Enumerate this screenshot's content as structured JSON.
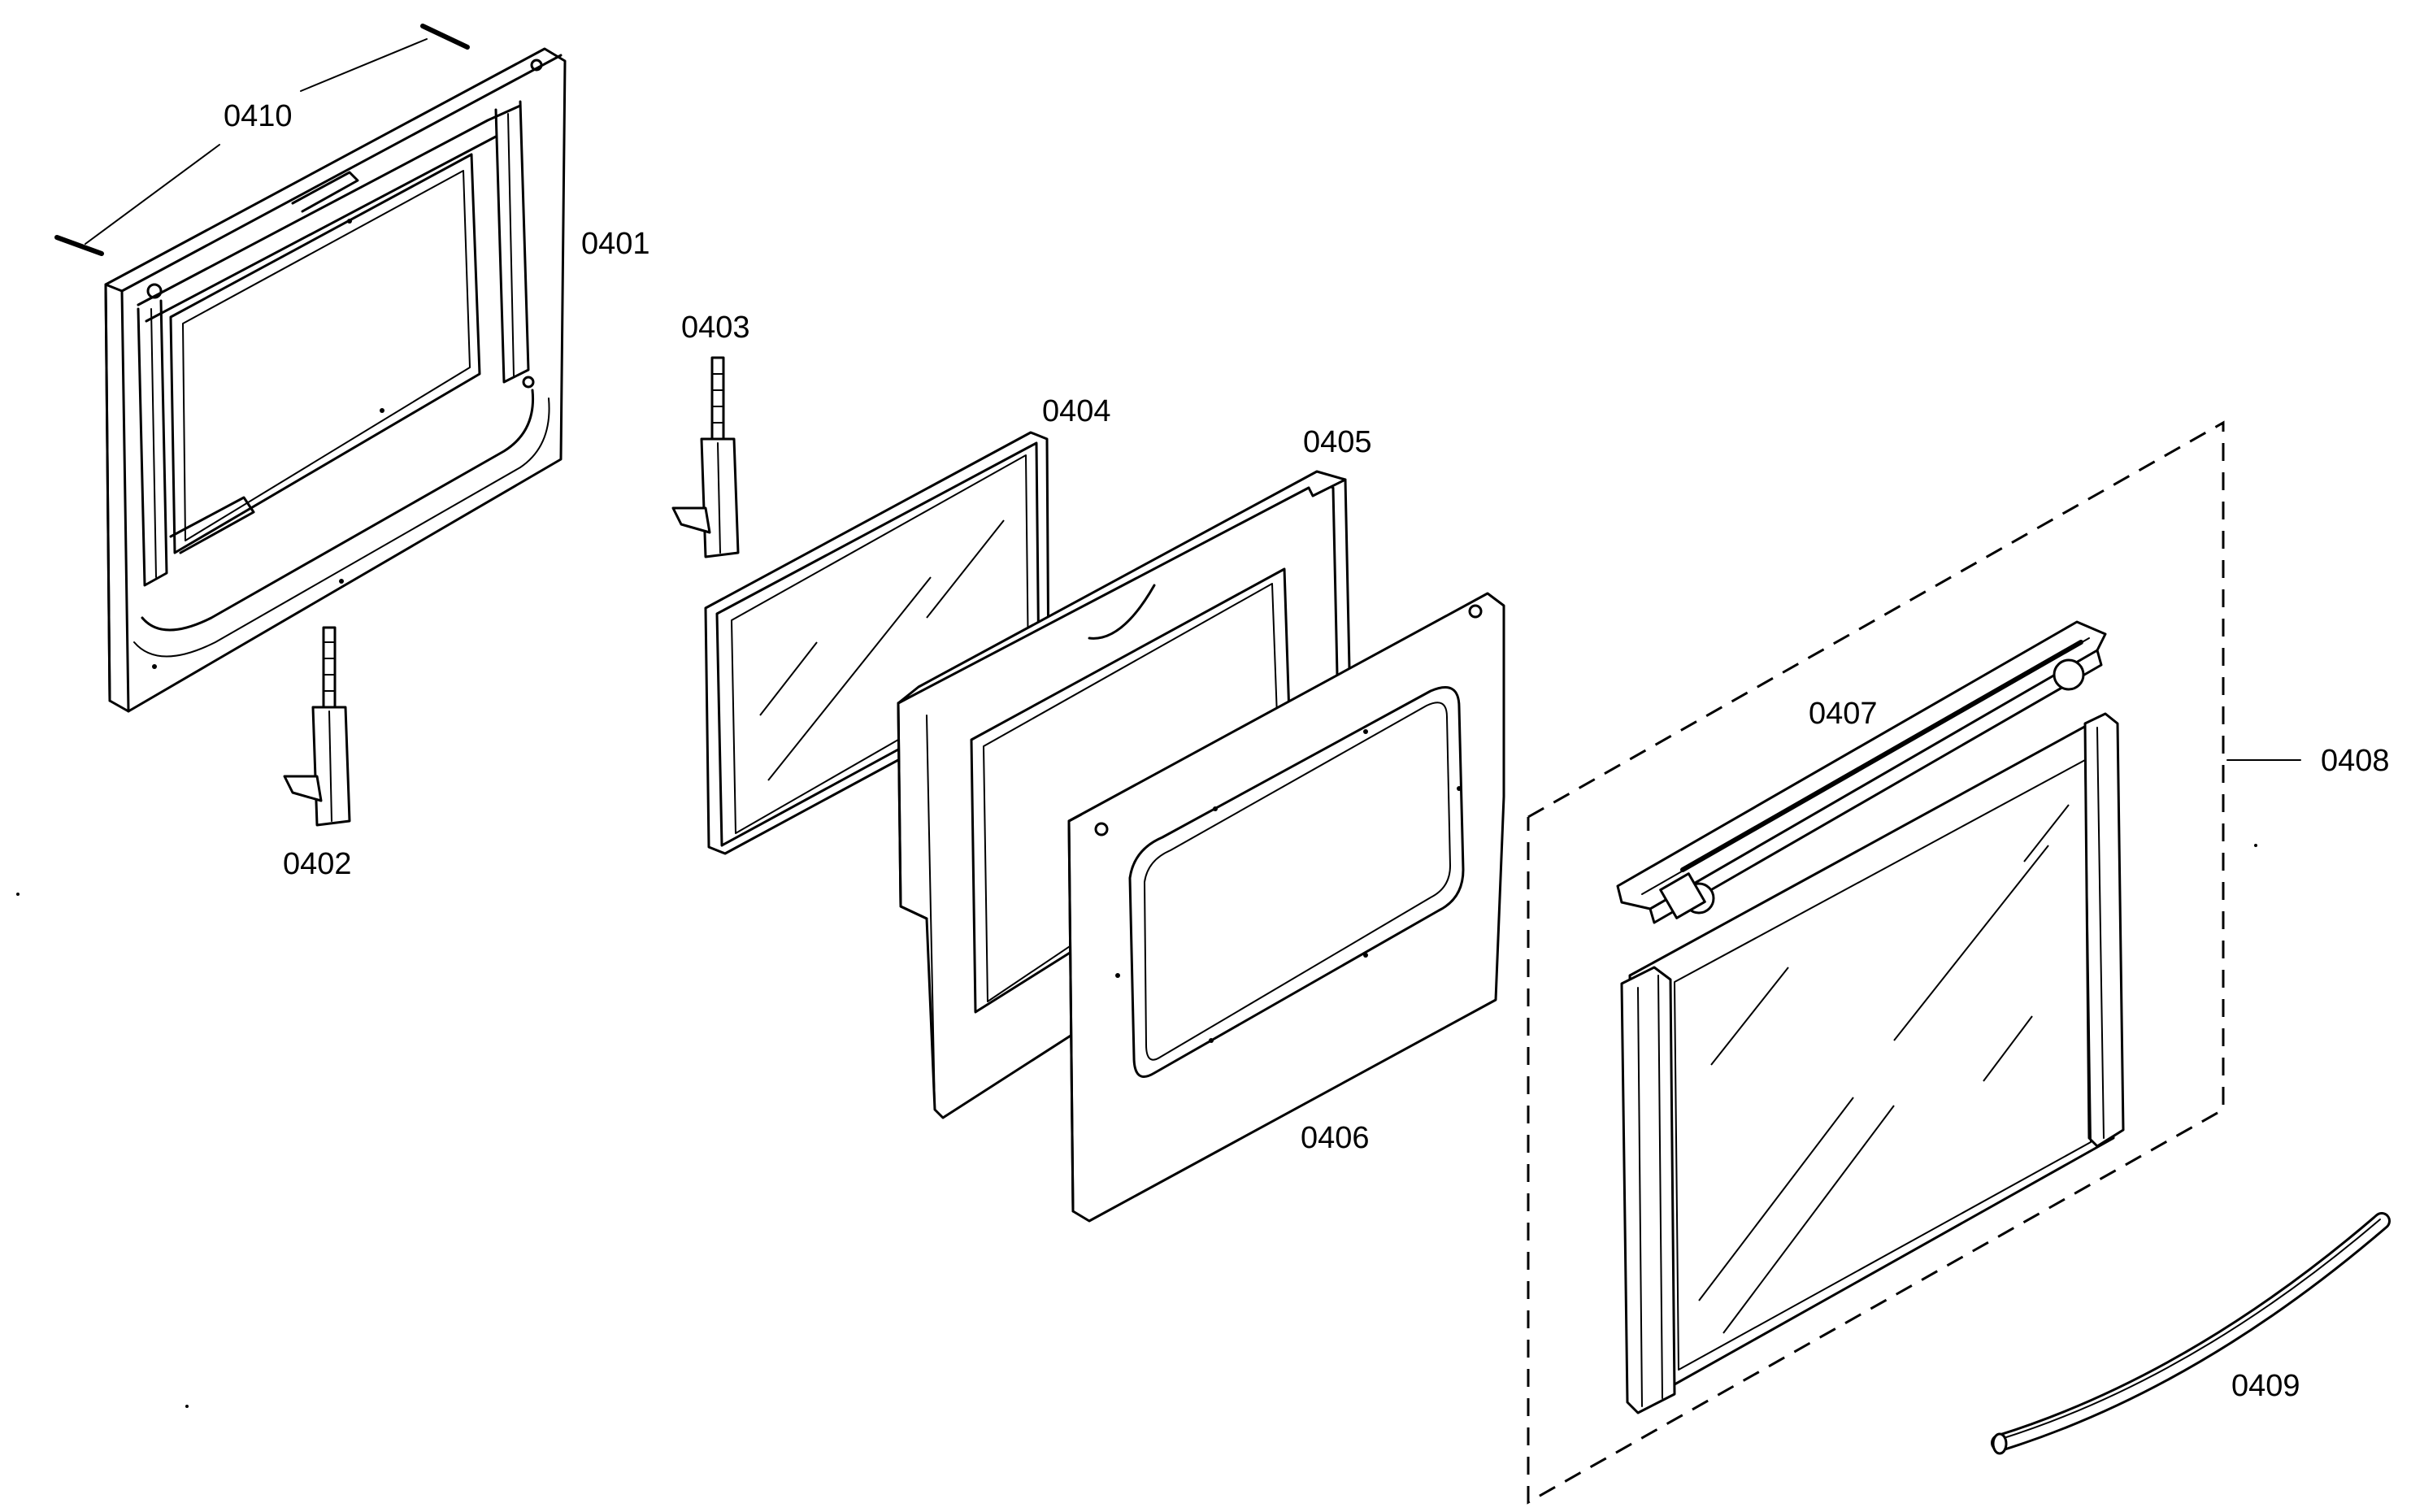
{
  "labels": {
    "p0401": "0401",
    "p0402": "0402",
    "p0403": "0403",
    "p0404": "0404",
    "p0405": "0405",
    "p0406": "0406",
    "p0407": "0407",
    "p0408": "0408",
    "p0409": "0409",
    "p0410": "0410"
  }
}
